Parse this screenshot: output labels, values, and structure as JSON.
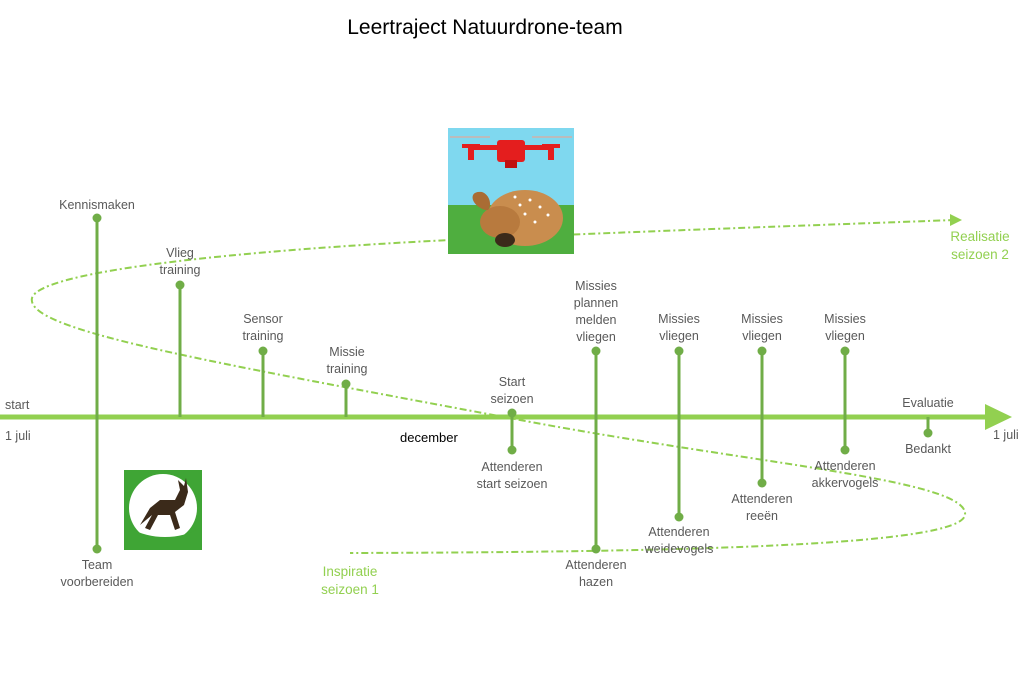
{
  "title": "Leertraject Natuurdrone-team",
  "timeline": {
    "start_label": "start",
    "start_date": "1 juli",
    "mid_label": "december",
    "end_date": "1 juli"
  },
  "events_above": [
    {
      "id": "kennismaken",
      "label": "Kennismaken"
    },
    {
      "id": "vlieg-training",
      "label": "Vlieg\ntraining"
    },
    {
      "id": "sensor-training",
      "label": "Sensor\ntraining"
    },
    {
      "id": "missie-training",
      "label": "Missie\ntraining"
    },
    {
      "id": "start-seizoen",
      "label": "Start\nseizoen"
    },
    {
      "id": "missies-plannen",
      "label": "Missies\nplannen\nmelden\nvliegen"
    },
    {
      "id": "missies-vliegen-1",
      "label": "Missies\nvliegen"
    },
    {
      "id": "missies-vliegen-2",
      "label": "Missies\nvliegen"
    },
    {
      "id": "missies-vliegen-3",
      "label": "Missies\nvliegen"
    },
    {
      "id": "evaluatie",
      "label": "Evaluatie"
    }
  ],
  "events_below": [
    {
      "id": "team-voorbereiden",
      "label": "Team\nvoorbereiden"
    },
    {
      "id": "attenderen-start",
      "label": "Attenderen\nstart seizoen"
    },
    {
      "id": "attenderen-hazen",
      "label": "Attenderen\nhazen"
    },
    {
      "id": "attenderen-weidevogels",
      "label": "Attenderen\nweidevogels"
    },
    {
      "id": "attenderen-reeen",
      "label": "Attenderen\nreeën"
    },
    {
      "id": "attenderen-akkervogels",
      "label": "Attenderen\nakkervogels"
    },
    {
      "id": "bedankt",
      "label": "Bedankt"
    }
  ],
  "seasons": {
    "season1": "Inspiratie\nseizoen 1",
    "season2": "Realisatie\nseizoen 2"
  },
  "colors": {
    "timeline": "#92d050",
    "stem": "#70ad47",
    "dashed": "#92d050",
    "text": "#595959"
  },
  "images": {
    "drone_fawn": "drone-with-fawn-illustration",
    "logo": "running-deer-logo"
  }
}
